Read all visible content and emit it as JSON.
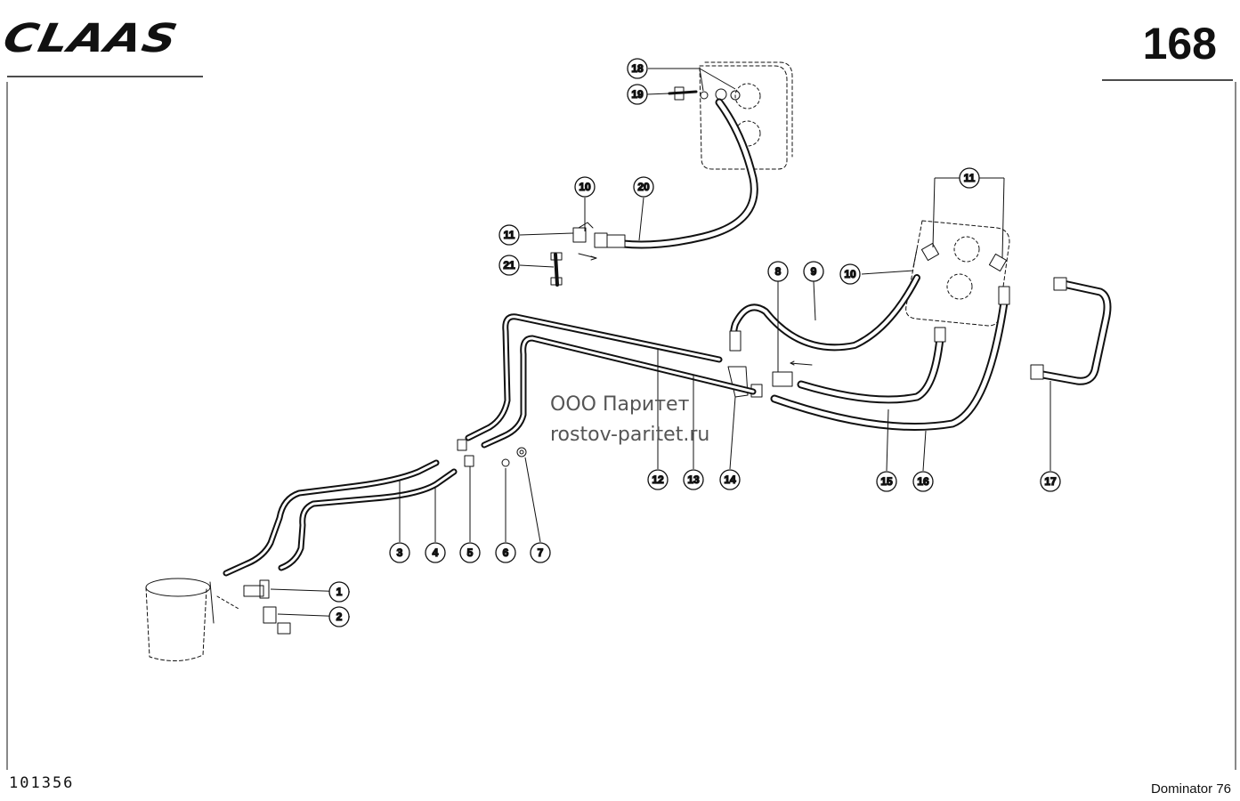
{
  "header": {
    "brand_logo": "CLAAS",
    "page_number": "168"
  },
  "watermark": {
    "company": "ООО Паритет",
    "site": "rostov-paritet.ru"
  },
  "footer": {
    "document_id": "101356",
    "model": "Dominator 76"
  },
  "callouts": [
    "1",
    "2",
    "3",
    "4",
    "5",
    "6",
    "7",
    "8",
    "9",
    "10",
    "11",
    "12",
    "13",
    "14",
    "15",
    "16",
    "17",
    "18",
    "19",
    "20",
    "21"
  ]
}
